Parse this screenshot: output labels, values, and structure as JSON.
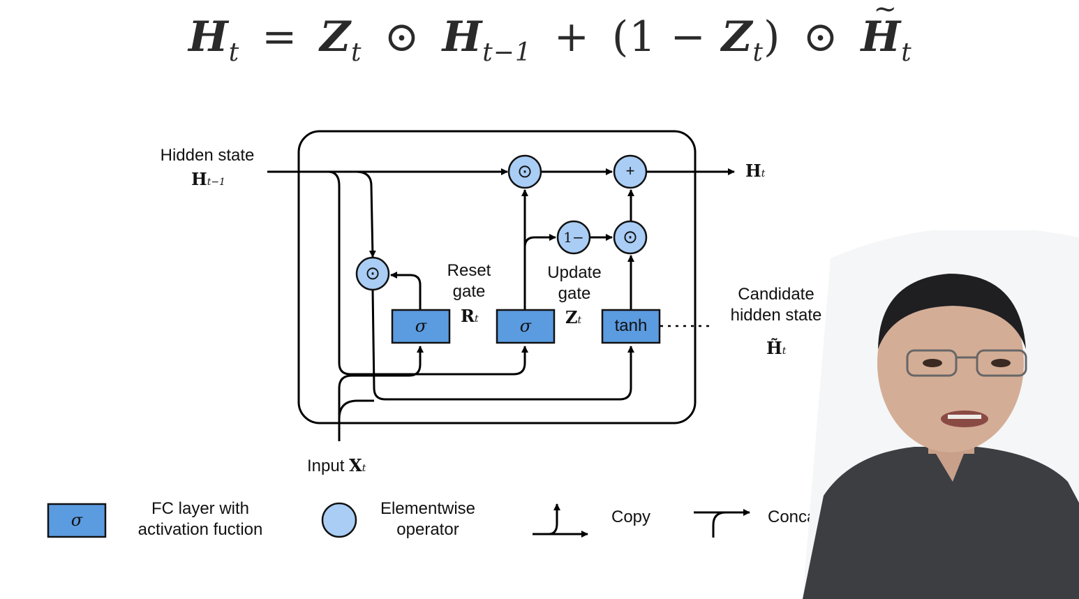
{
  "formula": {
    "lhs": "H",
    "lhs_sub": "t",
    "eq": "=",
    "z1": "Z",
    "z1_sub": "t",
    "odot1": "⊙",
    "h_prev": "H",
    "h_prev_sub": "t−1",
    "plus": "+",
    "open": "(1 −",
    "z2": "Z",
    "z2_sub": "t",
    "close": ")",
    "odot2": "⊙",
    "h_tilde": "H",
    "h_tilde_sub": "t"
  },
  "diagram": {
    "hidden_state_label": "Hidden state",
    "hidden_state_var": "H",
    "hidden_state_sub": "t−1",
    "output_var": "H",
    "output_sub": "t",
    "reset_gate_line1": "Reset",
    "reset_gate_line2": "gate",
    "reset_var": "R",
    "reset_sub": "t",
    "update_gate_line1": "Update",
    "update_gate_line2": "gate",
    "update_var": "Z",
    "update_sub": "t",
    "candidate_line1": "Candidate",
    "candidate_line2": "hidden state",
    "candidate_var": "H̃",
    "candidate_sub": "t",
    "input_label": "Input",
    "input_var": "X",
    "input_sub": "t",
    "sigma1": "σ",
    "sigma2": "σ",
    "tanh": "tanh",
    "odot_top": "⊙",
    "odot_mid": "⊙",
    "odot_reset": "⊙",
    "plus_op": "+",
    "one_minus": "1−"
  },
  "legend": {
    "fc_symbol": "σ",
    "fc_line1": "FC layer with",
    "fc_line2": "activation fuction",
    "elem_line1": "Elementwise",
    "elem_line2": "operator",
    "copy": "Copy",
    "concat": "Concate"
  },
  "colors": {
    "box_fill": "#5b9be0",
    "circle_fill": "#a9cdf5",
    "line": "#000000"
  }
}
